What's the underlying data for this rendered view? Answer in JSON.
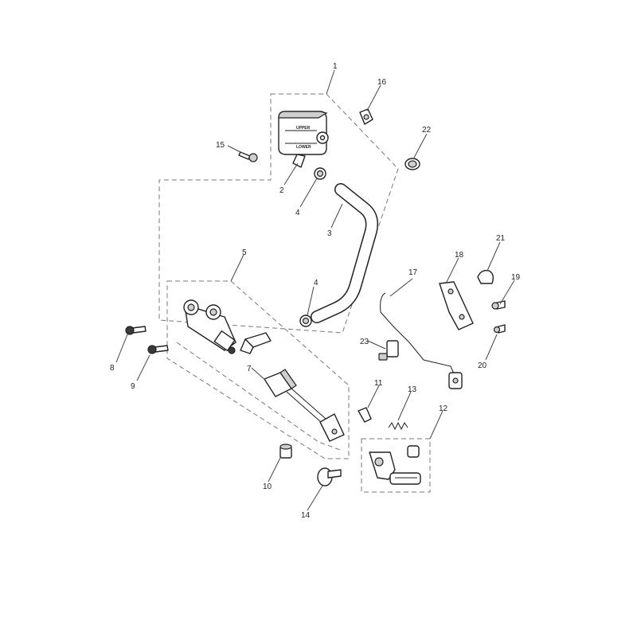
{
  "callouts": {
    "c1": "1",
    "c2": "2",
    "c3": "3",
    "c4a": "4",
    "c4b": "4",
    "c5": "5",
    "c7": "7",
    "c8": "8",
    "c9": "9",
    "c10": "10",
    "c11": "11",
    "c12": "12",
    "c13": "13",
    "c14": "14",
    "c15": "15",
    "c16": "16",
    "c17": "17",
    "c18": "18",
    "c19": "19",
    "c20": "20",
    "c21": "21",
    "c22": "22",
    "c23": "23"
  },
  "reservoir_labels": {
    "upper": "UPPER",
    "lower": "LOWER"
  },
  "colors": {
    "line": "#222222",
    "dash": "#777777",
    "background": "#ffffff"
  }
}
